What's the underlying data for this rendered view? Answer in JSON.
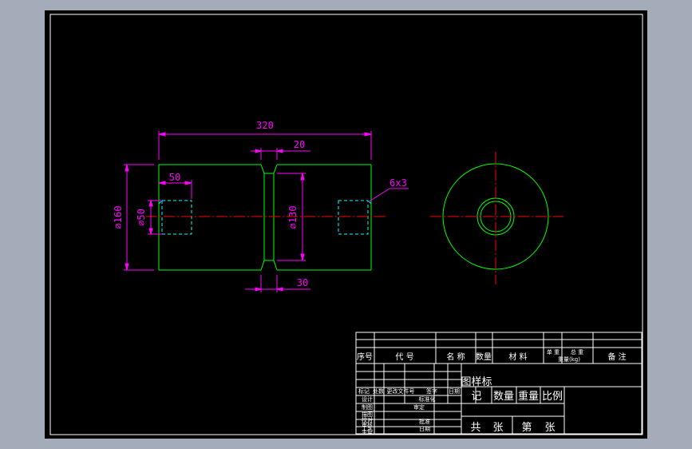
{
  "colors": {
    "background": "#a3acb8",
    "sheet": "#000000",
    "outline": "#00ff00",
    "dimension": "#ff00ff",
    "centerline": "#ff0000",
    "hidden": "#00ffff",
    "titleblock": "#ffffff"
  },
  "dimensions": {
    "overall_length": "320",
    "groove_width_top": "20",
    "bore_depth": "50",
    "outer_diameter": "∅160",
    "bore_diameter": "∅50",
    "groove_diameter": "∅130",
    "chamfer": "6x3",
    "groove_width_bottom": "30"
  },
  "titleblock": {
    "parts_header": [
      "序号",
      "代  号",
      "名  称",
      "数量",
      "材  料",
      "单  重",
      "总  重",
      "重量(kg)",
      "备  注"
    ],
    "stage_mark": [
      "图样标",
      "记"
    ],
    "props": [
      "数量",
      "重量",
      "比例"
    ],
    "sheets": [
      "共",
      "张",
      "第",
      "张"
    ],
    "rev_header": [
      "标记",
      "处数",
      "更改文件号",
      "签字",
      "日期"
    ],
    "roles": [
      "设计",
      "制图",
      "描图",
      "校对",
      "审核",
      "工艺",
      "主管"
    ],
    "role_extras": [
      "标准化",
      "审定",
      "批准",
      "日期"
    ]
  }
}
